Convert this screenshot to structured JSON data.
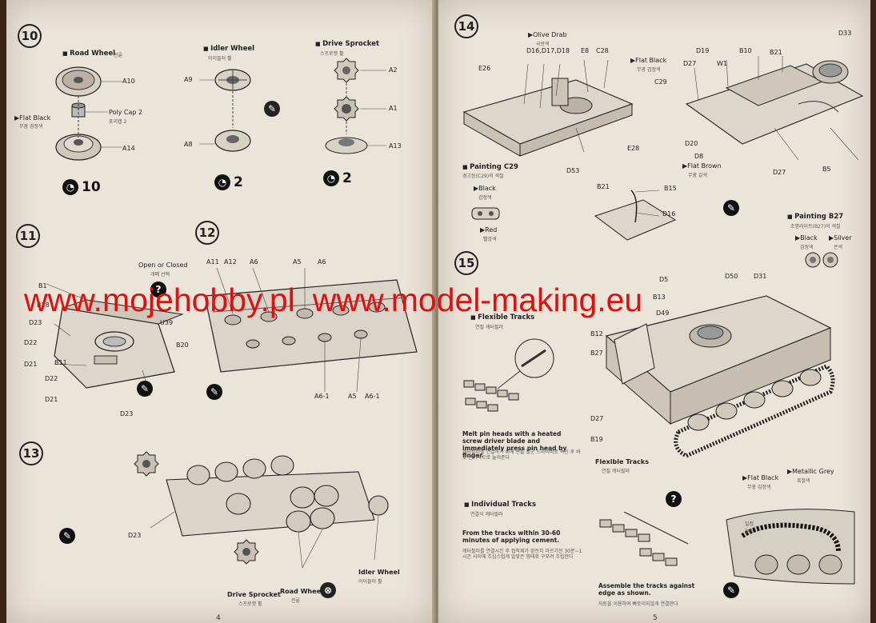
{
  "watermark": {
    "left": "www.mojehobby.pl",
    "right": "www.model-making.eu"
  },
  "left_page": {
    "page_number": "4",
    "step10": {
      "number": "10",
      "road_wheel": {
        "title": "Road Wheel",
        "korean": "전륜",
        "parts": [
          "A10",
          "Poly Cap 2",
          "A14"
        ],
        "polycap_korean": "포리캡 2",
        "paint": "▶Flat Black",
        "paint_korean": "무광 검정색",
        "qty": "10"
      },
      "idler_wheel": {
        "title": "Idler Wheel",
        "korean": "아이들러 휠",
        "parts": [
          "A9",
          "A8"
        ],
        "qty": "2"
      },
      "drive_sprocket": {
        "title": "Drive Sprocket",
        "korean": "스프로켓 휠",
        "parts": [
          "A2",
          "A1",
          "A13"
        ],
        "qty": "2"
      }
    },
    "step11": {
      "number": "11",
      "note": "Open or Closed",
      "note_korean": "개폐 선택",
      "parts": [
        "B1",
        "B28",
        "D23",
        "D22",
        "D21",
        "B11",
        "D22",
        "D21",
        "U39",
        "B20",
        "D23"
      ]
    },
    "step12": {
      "number": "12",
      "parts_top": [
        "A11",
        "A12",
        "A6",
        "A5",
        "A6"
      ],
      "parts_bottom": [
        "A6-1",
        "A5",
        "A6-1"
      ]
    },
    "step13": {
      "number": "13",
      "parts": [
        "D23"
      ],
      "drive_sprocket": "Drive Sprocket",
      "drive_sprocket_korean": "스프로켓 휠",
      "road_wheel": "Road Wheel",
      "road_wheel_korean": "전륜",
      "idler_wheel": "Idler Wheel",
      "idler_wheel_korean": "아이들러 휠"
    }
  },
  "right_page": {
    "page_number": "5",
    "step14": {
      "number": "14",
      "olive_drab": "▶Olive Drab",
      "olive_drab_korean": "국방색",
      "parts_left": [
        "D16,D17,D18",
        "E8",
        "C28",
        "E26",
        "C29",
        "E28",
        "D53"
      ],
      "flat_black": "▶Flat Black",
      "flat_black_korean": "무광 검정색",
      "parts_right": [
        "D27",
        "D19",
        "W1",
        "B10",
        "B21",
        "D33",
        "D20",
        "D8",
        "D27",
        "B5"
      ],
      "flat_brown": "▶Flat Brown",
      "flat_brown_korean": "무광 갈색",
      "painting_c29": {
        "title": "Painting C29",
        "korean": "경고등(C29)의 색칠",
        "black": "▶Black",
        "black_korean": "검정색",
        "red": "▶Red",
        "red_korean": "빨강색"
      },
      "sub_parts": [
        "B21",
        "B15",
        "D16"
      ],
      "painting_b27": {
        "title": "Painting B27",
        "korean": "조명라이트(B27)의 색칠",
        "black": "▶Black",
        "black_korean": "검정색",
        "silver": "▶Silver",
        "silver_korean": "은색"
      }
    },
    "step15": {
      "number": "15",
      "flexible_tracks": {
        "title": "Flexible Tracks",
        "korean": "연질 캐터필러"
      },
      "melt_note": "Melt pin heads with a heated screw driver blade and immediately press pin head by finger.",
      "melt_note_korean": "캐터필러를 연결하기 위해 핀을 달군 드라이버로 녹인 후 바로 손가락으로 눌러준다",
      "parts": [
        "D5",
        "D50",
        "D31",
        "B13",
        "D49",
        "B12",
        "B27",
        "D27",
        "B19"
      ],
      "flexible_tracks_label": "Flexible Tracks",
      "flexible_tracks_label_korean": "연질 캐터필러",
      "individual_tracks": {
        "title": "Individual Tracks",
        "korean": "연결식 캐터필러"
      },
      "from_note": "From the tracks within 30-60 minutes of applying cement.",
      "from_note_korean": "캐터필러를 연결시킨 후 접착제가 완전히 마르기전 30분~1시간 사이에 조심스럽게 알맞은 형태로 구부려 조립한다",
      "assemble_note": "Assemble the tracks against edge as shown.",
      "assemble_note_korean": "자등을 이용하여 빠듯이지않게 연결한다",
      "flat_black": "▶Flat Black",
      "flat_black_korean": "무광 검정색",
      "metallic_grey": "▶Metallic Grey",
      "metallic_grey_korean": "흑철색",
      "sag_label": "일정\n늘림"
    }
  }
}
